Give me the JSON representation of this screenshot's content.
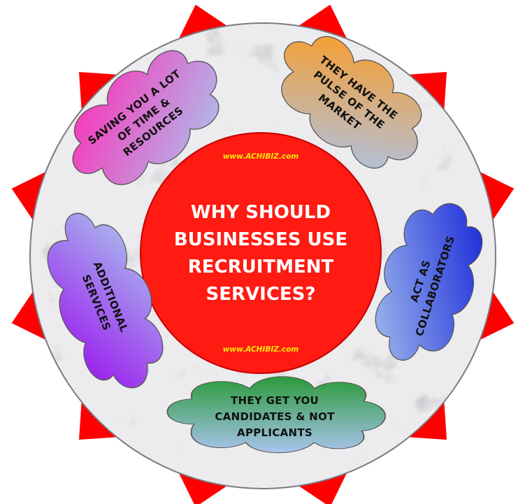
{
  "diagram": {
    "center": {
      "lines": [
        "WHY SHOULD",
        "BUSINESSES USE",
        "RECRUITMENT",
        "SERVICES?"
      ],
      "brand_top": "www.ACHIBIZ.com",
      "brand_bottom": "www.ACHIBIZ.com",
      "color": "#ff1a12"
    },
    "ring_color": "#d8d8dc",
    "spike_color": "#ff0000",
    "clouds": [
      {
        "id": "saving",
        "lines": [
          "SAVING YOU A LOT",
          "OF TIME &",
          "RESOURCES"
        ],
        "color_from": "#ff2bb5",
        "color_to": "#aac4ee"
      },
      {
        "id": "pulse",
        "lines": [
          "THEY HAVE THE",
          "PULSE OF THE",
          "MARKET"
        ],
        "color_from": "#ff9a1a",
        "color_to": "#aac4ee"
      },
      {
        "id": "collaborators",
        "lines": [
          "ACT AS",
          "COLLABORATORS"
        ],
        "color_from": "#1020d8",
        "color_to": "#aac4ee"
      },
      {
        "id": "candidates",
        "lines": [
          "THEY GET YOU",
          "CANDIDATES & NOT",
          "APPLICANTS"
        ],
        "color_from": "#2a9a3a",
        "color_to": "#aac4ee"
      },
      {
        "id": "additional",
        "lines": [
          "ADDITIONAL",
          "SERVICES"
        ],
        "color_from": "#9a10ee",
        "color_to": "#aac4ee"
      }
    ]
  }
}
